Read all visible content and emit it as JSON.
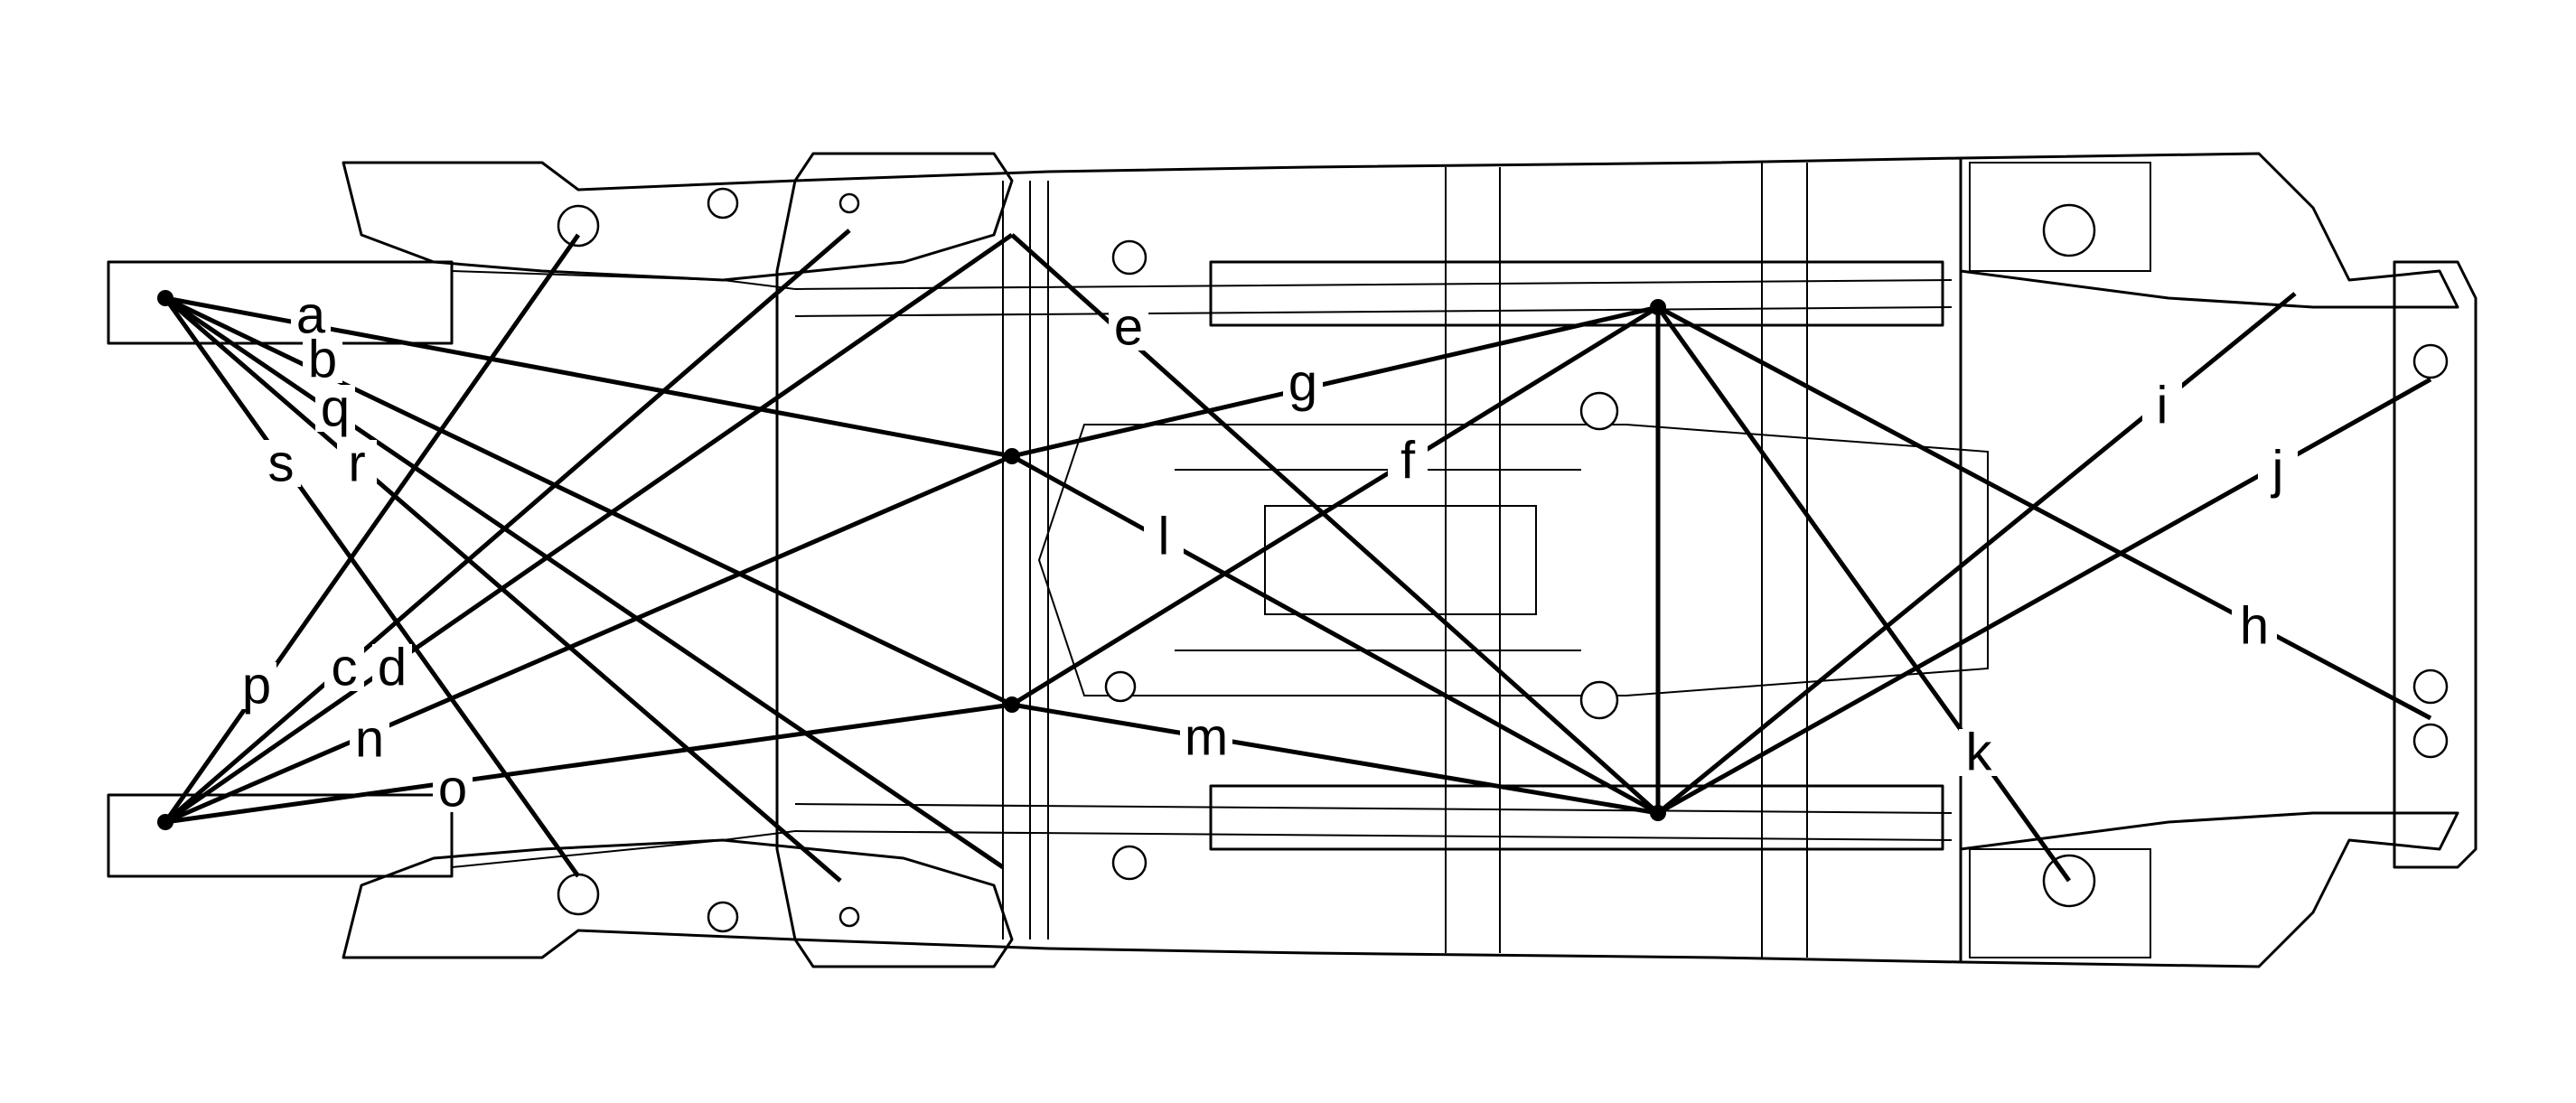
{
  "diagram": {
    "measurements": [
      {
        "label": "a"
      },
      {
        "label": "b"
      },
      {
        "label": "c"
      },
      {
        "label": "d"
      },
      {
        "label": "e"
      },
      {
        "label": "f"
      },
      {
        "label": "g"
      },
      {
        "label": "h"
      },
      {
        "label": "i"
      },
      {
        "label": "j"
      },
      {
        "label": "k"
      },
      {
        "label": "l"
      },
      {
        "label": "m"
      },
      {
        "label": "n"
      },
      {
        "label": "o"
      },
      {
        "label": "p"
      },
      {
        "label": "q"
      },
      {
        "label": "r"
      },
      {
        "label": "s"
      }
    ],
    "colors": {
      "ink": "#000000",
      "paper": "#ffffff"
    }
  }
}
